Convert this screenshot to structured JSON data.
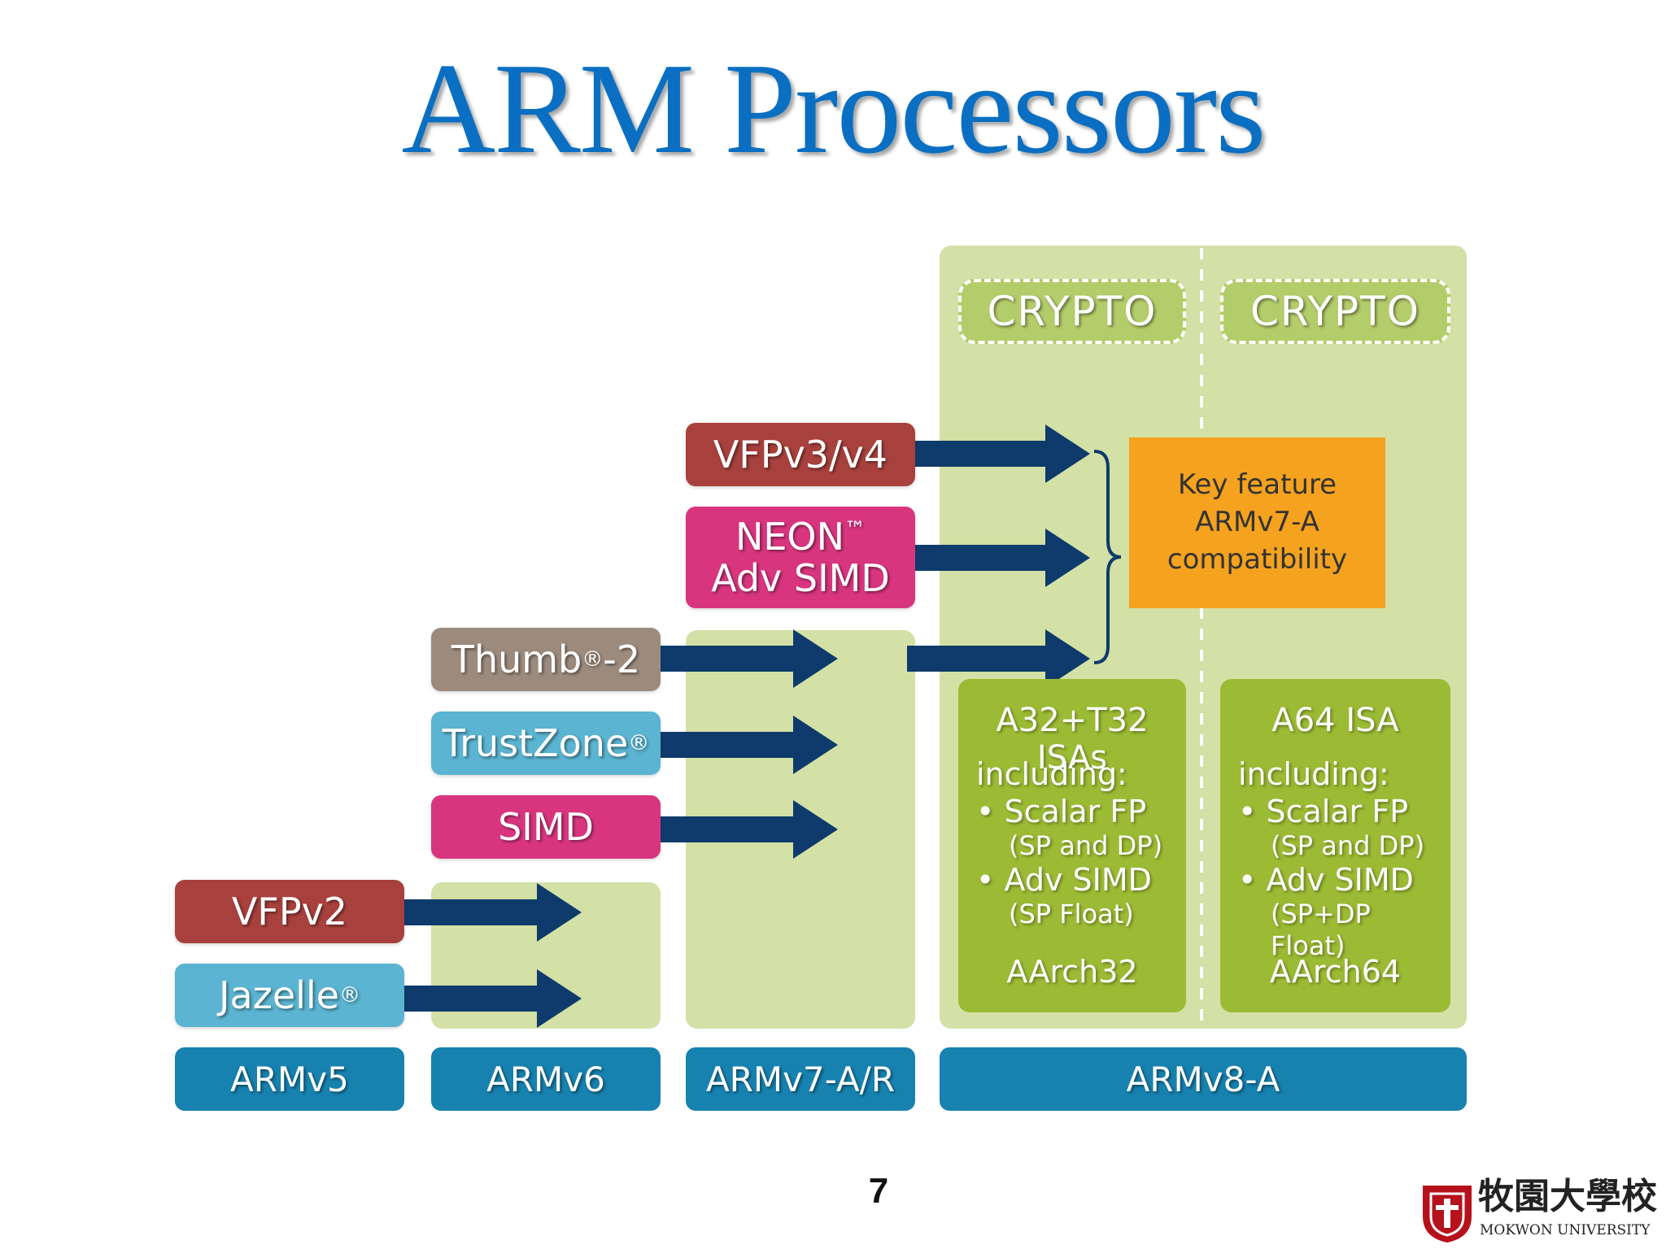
{
  "title": "ARM Processors",
  "page_number": "7",
  "architectures": [
    "ARMv5",
    "ARMv6",
    "ARMv7-A/R",
    "ARMv8-A"
  ],
  "features": {
    "vfpv2": "VFPv2",
    "jazelle": "Jazelle",
    "thumb2_a": "Thumb",
    "thumb2_b": "-2",
    "trustzone": "TrustZone",
    "simd": "SIMD",
    "vfpv3": "VFPv3/v4",
    "neon_line1": "NEON",
    "neon_line2": "Adv SIMD",
    "registered": "®",
    "trademark": "™"
  },
  "crypto": [
    "CRYPTO",
    "CRYPTO"
  ],
  "key_feature": [
    "Key feature",
    "ARMv7-A",
    "compatibility"
  ],
  "aarch32": {
    "header": "A32+T32 ISAs",
    "including": "including:",
    "items": [
      "• Scalar FP",
      "(SP and DP)",
      "• Adv SIMD",
      "(SP Float)"
    ],
    "footer": "AArch32"
  },
  "aarch64": {
    "header": "A64 ISA",
    "including": "including:",
    "items": [
      "• Scalar FP",
      "(SP and DP)",
      "• Adv SIMD",
      "(SP+DP Float)"
    ],
    "footer": "AArch64"
  },
  "logo": {
    "name": "牧園大學校",
    "subtitle": "MOKWON UNIVERSITY"
  },
  "colors": {
    "title": "#0a6fc2",
    "vfp": "#a8413d",
    "magenta": "#d9357f",
    "thumb": "#9c8b7d",
    "lightblue": "#5bb4d1",
    "arch": "#1782b0",
    "arrow": "#0e3b6b",
    "panel": "#d3e0a6",
    "isa": "#9bbb34",
    "key": "#f5a21e"
  }
}
